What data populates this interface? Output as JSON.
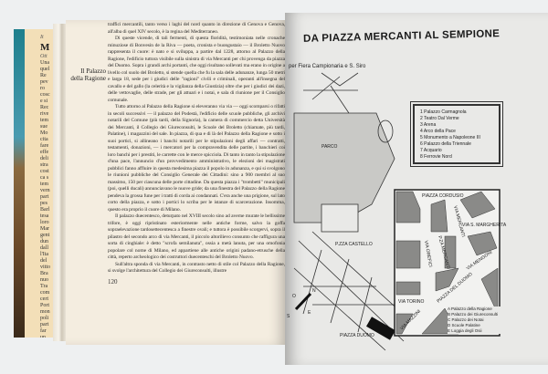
{
  "back_page": {
    "header": "It",
    "title": "M",
    "subtitle": "Ott",
    "words": [
      "Una",
      "quel",
      "Re",
      "pev",
      "ro",
      "cosc",
      "e si",
      "Rec",
      "rive",
      "tem",
      "sue",
      "Mo",
      "cita",
      "fare",
      "effe",
      "deli",
      "stra",
      "cost",
      "ca s",
      "tem",
      "vern",
      "part",
      "pes",
      "Barl",
      "tesa",
      "loro",
      "Mar",
      "gent",
      "dun",
      "dall",
      "l'Ita",
      "del",
      "vitto",
      "Bra",
      "nuo",
      "Tra",
      "com",
      "cert",
      "Port",
      "mon",
      "poli",
      "part",
      "far",
      "un",
      "Sforz",
      "Una",
      "ci ri"
    ]
  },
  "left_page": {
    "margin_note": "Il Palazzo della Ragione",
    "paragraphs": [
      "traffici mercantili, tanto verso i laghi del nord quanto in direzione di Genova e Genova, all'alba di quel XIV secolo, è la regina del Mediterraneo.",
      "Di queste vicende, di tali fermenti, di questa floridità, testimoniata nelle cronache minuziose di Bonvesin de la Riva — poeta, cronista e buongustaio — il Broletto Nuovo rappresenta il cuore: è nato e si sviluppa, a partire dal 1228, attorno al Palazzo della Ragione, l'edificio tuttora visibile sulla sinistra di via Mercanti per chi provenga da piazza del Duomo. Sopra i grandi archi portanti, che oggi risultano sollevati ma erano in origine a livello col suolo del Broletto, si stende quella che fu la sala delle adunanze, lunga 50 metri e larga 18, sede per i giudici delle \"ragioni\" civili e criminali, operanti all'insegna del cavallo e del gallo (la celerità e la vigilanza della Giustizia) oltre che per i giudici dei dazi, delle vettovaglie, delle strade, per gli attuari e i notai, e sala di riunione per il Consiglio comunale.",
      "Tutto attorno al Palazzo della Ragione si eleveranno via via — oggi scomparsi o rifatti in secoli successivi — il palazzo del Podestà, l'edificio delle scuole pubbliche, gli archivi notarili del Comune (più tardi, della Signoria), la camera di commercio detta Università dei Mercanti, il Collegio dei Giureconsulti, le Scuole del Broletto (chiamate, più tardi, Palatine), i magazzini del sale. In piazza, di qua e di là del Palazzo della Ragione e sotto i suoi portici, si allineano i banchi notarili per le stipulazioni degli affari — contratti, testamenti, donazioni, — i mercatori per la compravendita delle partite, i banchieri coi loro banchi per i prestiti, le carrette con le merce spicciola. Di tanto in tanto la stipulazione d'una pace, l'annuncio d'un provvedimento amministrativo, le elezioni dei magistrati pubblici fanno affluire in questa medesima piazza il popolo in adunanza, e qui si svolgono le riunioni pubbliche del Consiglio Generale dei Cittadini: sino a 900 membri al suo massimo, 150 per ciascuna delle porte cittadine. Da questa piazza i \"trombetti\" municipali (poi, quelli ducali) annunciavano le nuove gride; da una finestra del Palazzo della Ragione pendeva la grossa fune per i tratti di corda ai condannati. C'era anche una prigione, sul lato corto della piazza, e sotto i portici lo scriba per le istanze di scarcerazione. Insomma, questo era proprio il cuore di Milano.",
      "Il palazzo duecentesco, deturpato nel XVIII secolo sino ad averne murate le bellissime trifore, è oggi ripristinato esteriormente nelle antiche forme, salvo la goffa sopraelevazione tardosettecentesca a finestre ovali; e tuttora è possibile scorgervi, sopra il pilastro del secondo arco di via Mercanti, il piccolo altorilievo consunto che raffigura una sorta di cinghiale: è detto \"scrofa semilanuta\", ossia a metà lanuta, per una omofonia popolare col nome di Milano, ed appartiene alle antiche origini padano-etrusche della città, reperto archeologico dei costruttori duecenteschi del Broletto Nuovo.",
      "Sull'altra sponda di via Mercanti, in contrasto netto di stile col Palazzo della Ragione, si svolge l'architettura del Collegio dei Giureconsulti, illustre"
    ],
    "page_number": "120"
  },
  "right_page": {
    "title": "DA PIAZZA MERCANTI AL SEMPIONE",
    "map_labels": {
      "fiera": "per Fiera Campionaria e S. Siro",
      "parco": "PARCO",
      "castello": "P.ZZA CASTELLO",
      "duomo": "PIAZZA DUOMO",
      "compass": [
        "N",
        "S",
        "E",
        "O"
      ]
    },
    "legend": [
      "1 Palazzo Carmagnola",
      "2 Teatro Dal Verme",
      "3 Arena",
      "4 Arco della Pace",
      "5 Monumento a Napoleone III",
      "6 Palazzo della Triennale",
      "7 Acquario",
      "8 Ferrovie Nord"
    ],
    "inset_labels": {
      "cordusio": "PIAZZA CORDUSIO",
      "orefici": "VIA OREFICI",
      "mercanti": "VIA MERCANTI",
      "pza_mercanti": "P.ZA MERCANTI",
      "margherita": "VIA S. MARGHERITA",
      "mengoni": "VIA MENGONI",
      "torino": "VIA TORINO",
      "piazza_duomo": "PIAZZA DEL DUOMO",
      "mazzini": "VIA MAZZINI"
    },
    "inset_legend": [
      "A Palazzo della Ragione",
      "B Palazzo dei Giureconsulti",
      "C Palazzo dei Notai",
      "D Scuole Palatine",
      "E Loggia degli Osii"
    ]
  }
}
